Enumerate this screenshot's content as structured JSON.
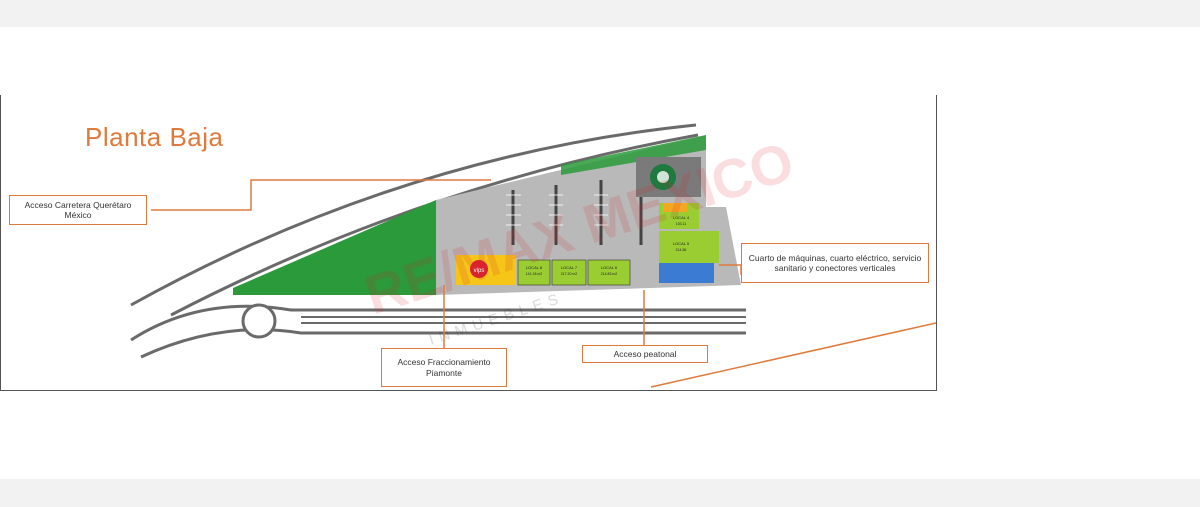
{
  "plan": {
    "title": "Planta Baja",
    "callouts": {
      "acceso_carretera": "Acceso Carretera Querétaro México",
      "cuarto_maquinas": "Cuarto de máquinas, cuarto eléctrico, servicio sanitario y conectores verticales",
      "acceso_fraccionamiento": "Acceso Fraccionamiento Piamonte",
      "acceso_peatonal": "Acceso peatonal"
    },
    "tenant_logo": "vips",
    "locales": [
      {
        "name": "LOCAL 8",
        "area": "141.18 m2"
      },
      {
        "name": "LOCAL 7",
        "area": "217.20 m2"
      },
      {
        "name": "LOCAL 6",
        "area": "214.83 m2"
      },
      {
        "name": "LOCAL 5",
        "area": "214.56"
      },
      {
        "name": "LOCAL 4",
        "area": "103.11"
      }
    ],
    "watermark": "RE/MAX MEXICO",
    "watermark_sub": "INMUEBLES",
    "colors": {
      "accent": "#e07a3c",
      "lawn": "#2a9a3a",
      "parking": "#b9b9b9",
      "local": "#9acd32",
      "anchor": "#f5c518",
      "utility": "#3b7bd4",
      "road": "#6a6a6a"
    }
  }
}
